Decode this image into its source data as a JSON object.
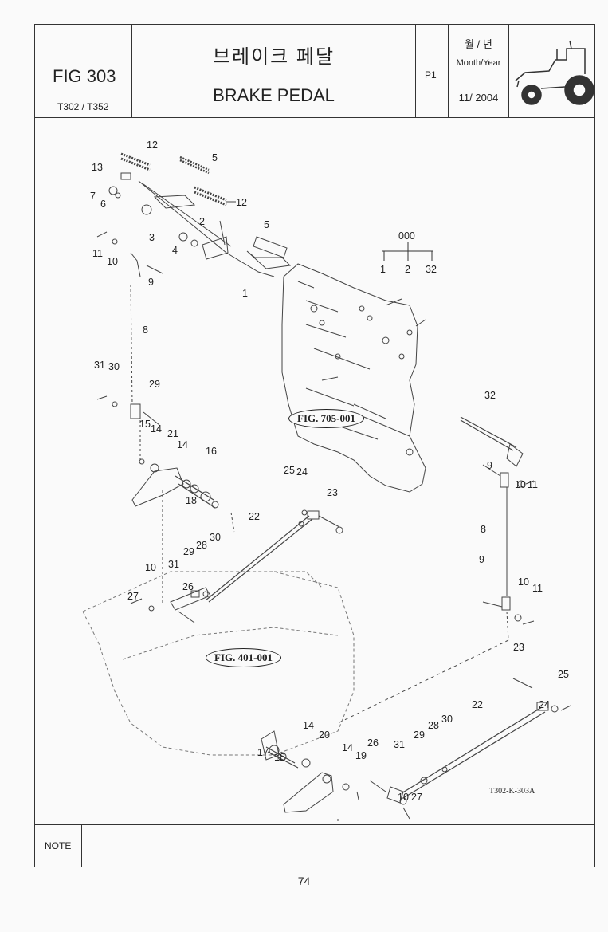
{
  "header": {
    "fig_number": "FIG 303",
    "models": "T302 / T352",
    "title_ko": "브레이크 페달",
    "title_en": "BRAKE PEDAL",
    "page": "P1",
    "date_label_ko": "월 / 년",
    "date_label_en": "Month/Year",
    "date_value": "11/ 2004"
  },
  "diagram": {
    "callouts": [
      {
        "id": "c1",
        "text": "12"
      },
      {
        "id": "c2",
        "text": "13"
      },
      {
        "id": "c3",
        "text": "5"
      },
      {
        "id": "c4",
        "text": "7"
      },
      {
        "id": "c5",
        "text": "6"
      },
      {
        "id": "c6",
        "text": "12"
      },
      {
        "id": "c7",
        "text": "2"
      },
      {
        "id": "c8",
        "text": "5"
      },
      {
        "id": "c9",
        "text": "3"
      },
      {
        "id": "c10",
        "text": "4"
      },
      {
        "id": "c11",
        "text": "11"
      },
      {
        "id": "c12",
        "text": "10"
      },
      {
        "id": "c13",
        "text": "9"
      },
      {
        "id": "c14",
        "text": "1"
      },
      {
        "id": "c15",
        "text": "8"
      },
      {
        "id": "c16",
        "text": "000"
      },
      {
        "id": "c17",
        "text": "1"
      },
      {
        "id": "c18",
        "text": "2"
      },
      {
        "id": "c19",
        "text": "32"
      },
      {
        "id": "c20",
        "text": "31"
      },
      {
        "id": "c21",
        "text": "30"
      },
      {
        "id": "c22",
        "text": "29"
      },
      {
        "id": "c23",
        "text": "15"
      },
      {
        "id": "c24",
        "text": "14"
      },
      {
        "id": "c25",
        "text": "21"
      },
      {
        "id": "c26",
        "text": "14"
      },
      {
        "id": "c27",
        "text": "16"
      },
      {
        "id": "c28",
        "text": "18"
      },
      {
        "id": "c29",
        "text": "32"
      },
      {
        "id": "c30",
        "text": "9"
      },
      {
        "id": "c31",
        "text": "10"
      },
      {
        "id": "c32",
        "text": "11"
      },
      {
        "id": "c33",
        "text": "25"
      },
      {
        "id": "c34",
        "text": "24"
      },
      {
        "id": "c35",
        "text": "23"
      },
      {
        "id": "c36",
        "text": "22"
      },
      {
        "id": "c37",
        "text": "8"
      },
      {
        "id": "c38",
        "text": "30"
      },
      {
        "id": "c39",
        "text": "28"
      },
      {
        "id": "c40",
        "text": "29"
      },
      {
        "id": "c41",
        "text": "10"
      },
      {
        "id": "c42",
        "text": "31"
      },
      {
        "id": "c43",
        "text": "26"
      },
      {
        "id": "c44",
        "text": "27"
      },
      {
        "id": "c45",
        "text": "9"
      },
      {
        "id": "c46",
        "text": "10"
      },
      {
        "id": "c47",
        "text": "11"
      },
      {
        "id": "c48",
        "text": "23"
      },
      {
        "id": "c49",
        "text": "25"
      },
      {
        "id": "c50",
        "text": "22"
      },
      {
        "id": "c51",
        "text": "24"
      },
      {
        "id": "c52",
        "text": "14"
      },
      {
        "id": "c53",
        "text": "20"
      },
      {
        "id": "c54",
        "text": "17"
      },
      {
        "id": "c55",
        "text": "18"
      },
      {
        "id": "c56",
        "text": "14"
      },
      {
        "id": "c57",
        "text": "19"
      },
      {
        "id": "c58",
        "text": "26"
      },
      {
        "id": "c59",
        "text": "31"
      },
      {
        "id": "c60",
        "text": "30"
      },
      {
        "id": "c61",
        "text": "28"
      },
      {
        "id": "c62",
        "text": "29"
      },
      {
        "id": "c63",
        "text": "10"
      },
      {
        "id": "c64",
        "text": "27"
      }
    ],
    "fig_ref_705": "FIG. 705-001",
    "fig_ref_401": "FIG. 401-001",
    "drawing_code": "T302-K-303A"
  },
  "footer": {
    "note_label": "NOTE",
    "page_number": "74"
  }
}
